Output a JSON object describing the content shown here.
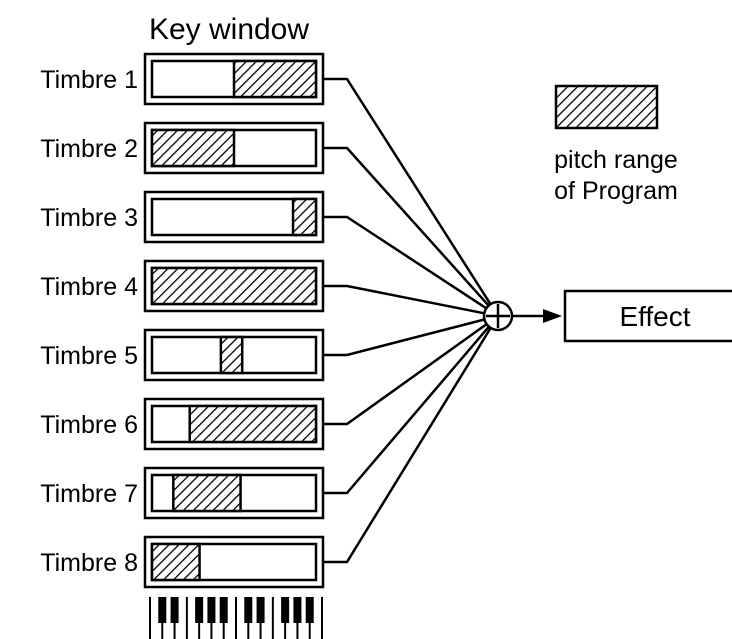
{
  "title": "Key window",
  "legend": {
    "line1": "pitch range",
    "line2": "of Program"
  },
  "effect_label": "Effect",
  "timbres": [
    {
      "label": "Timbre 1",
      "range": [
        0.5,
        1.0
      ]
    },
    {
      "label": "Timbre 2",
      "range": [
        0.0,
        0.5
      ]
    },
    {
      "label": "Timbre 3",
      "range": [
        0.86,
        1.0
      ]
    },
    {
      "label": "Timbre 4",
      "range": [
        0.0,
        1.0
      ]
    },
    {
      "label": "Timbre 5",
      "range": [
        0.42,
        0.55
      ]
    },
    {
      "label": "Timbre 6",
      "range": [
        0.23,
        1.0
      ]
    },
    {
      "label": "Timbre 7",
      "range": [
        0.13,
        0.54
      ]
    },
    {
      "label": "Timbre 8",
      "range": [
        0.0,
        0.29
      ]
    }
  ],
  "colors": {
    "ink": "#000000",
    "background": "#ffffff"
  },
  "icons": {
    "mixer": "summing-junction-icon",
    "keys": "piano-keyboard-icon"
  }
}
